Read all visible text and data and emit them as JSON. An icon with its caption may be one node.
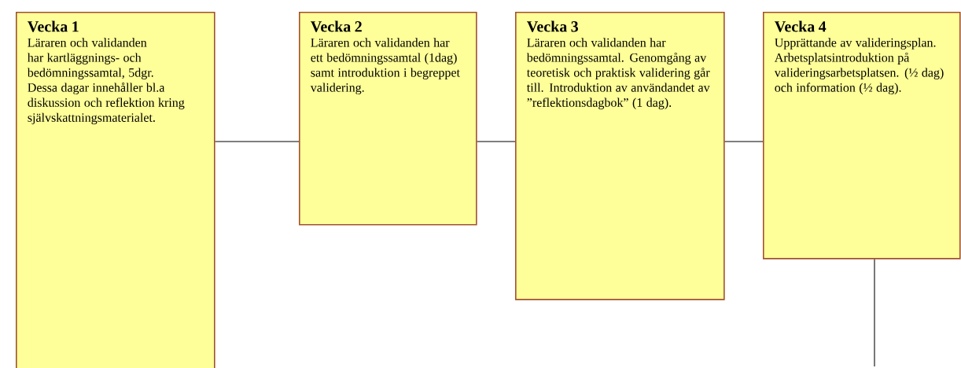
{
  "diagram": {
    "nodes": [
      {
        "text": [
          "Vecka 1",
          "Läraren och validanden har kartläggnings- och bedömningssamtal, 5dgr. Dessa dagar innehåller bl.a diskussion och reflektion kring självskattningsmaterialet."
        ]
      },
      {
        "text": [
          "Vecka 2",
          "Läraren och validanden har ett bedömningssamtal (1dag) samt introduktion i begreppet validering."
        ]
      },
      {
        "text": [
          "Vecka 3",
          "Läraren och validanden har bedömningssamtal. Genomgång av teoretisk och praktisk validering går till. Introduktion av användandet av ”reflektionsdagbok” (1 dag)."
        ]
      },
      {
        "text": [
          "Vecka 4",
          "Upprättande av valideringsplan. Arbetsplatsintroduktion på valideringsarbetsplatsen. (½ dag) och information (½ dag)."
        ]
      }
    ],
    "edges": [
      {
        "from": 0,
        "to": 1,
        "arrow": "none"
      },
      {
        "from": 1,
        "to": 2,
        "arrow": "none"
      },
      {
        "from": 2,
        "to": 3,
        "arrow": "none"
      },
      {
        "from": 3,
        "to": null,
        "arrow": "none"
      }
    ]
  }
}
